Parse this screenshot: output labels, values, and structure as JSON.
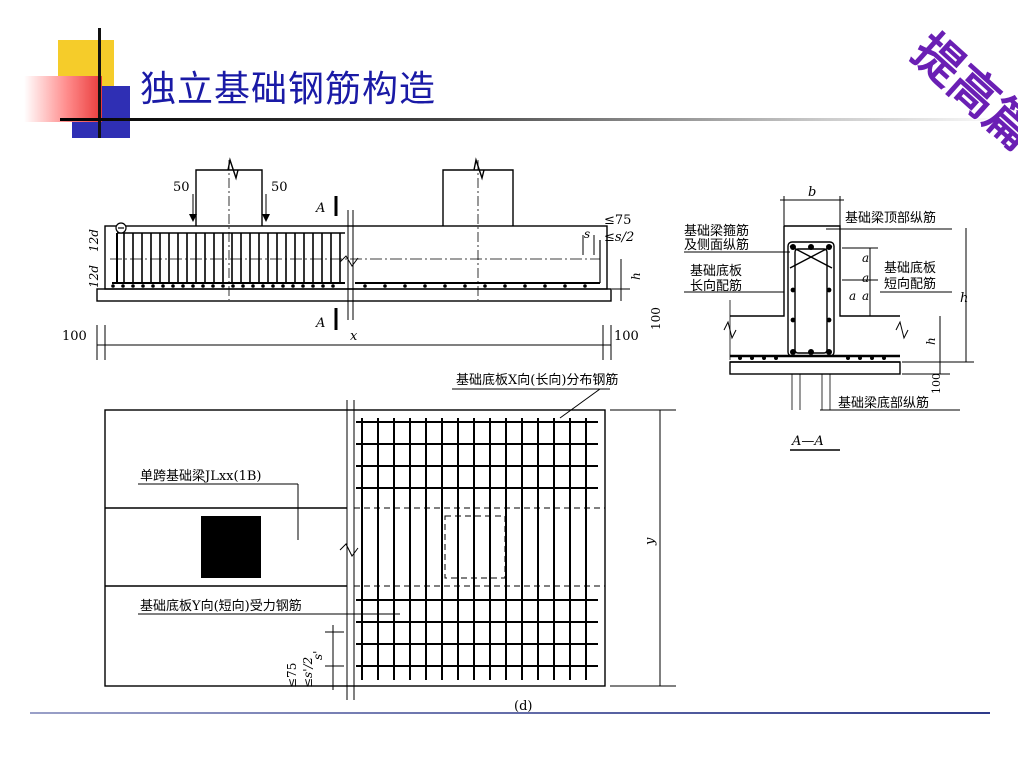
{
  "title": "独立基础钢筋构造",
  "stamp": [
    "提",
    "高",
    "篇"
  ],
  "drawing": {
    "elevation": {
      "dim_50_left": "50",
      "dim_50_right": "50",
      "section_a_top": "A",
      "section_a_bottom": "A",
      "le_75": "≤75",
      "le_s2": "≤s/2",
      "s": "s",
      "d12_top": "12d",
      "d12_bottom": "12d",
      "h1": "h",
      "dim_100_right": "100",
      "dim_100_left": "100",
      "dim_100_bottom_right": "100",
      "x": "x"
    },
    "section": {
      "b": "b",
      "top_bars": "基础梁顶部纵筋",
      "stirrup_1": "基础梁箍筋",
      "stirrup_2": "及侧面纵筋",
      "slab_long_1": "基础底板",
      "slab_long_2": "长向配筋",
      "slab_short_1": "基础底板",
      "slab_short_2": "短向配筋",
      "a1": "a",
      "a2": "a",
      "a3": "a",
      "a4": "a",
      "h": "h",
      "h1": "h",
      "dim_100": "100",
      "bottom_bars": "基础梁底部纵筋",
      "caption": "A—A"
    },
    "plan": {
      "x_distribution": "基础底板X向(长向)分布钢筋",
      "beam_label": "单跨基础梁JLxx(1B)",
      "y_main": "基础底板Y向(短向)受力钢筋",
      "le_75": "≤75",
      "le_s2": "≤s'/2",
      "s_prime": "s'",
      "y": "y",
      "caption": "(d)"
    }
  }
}
